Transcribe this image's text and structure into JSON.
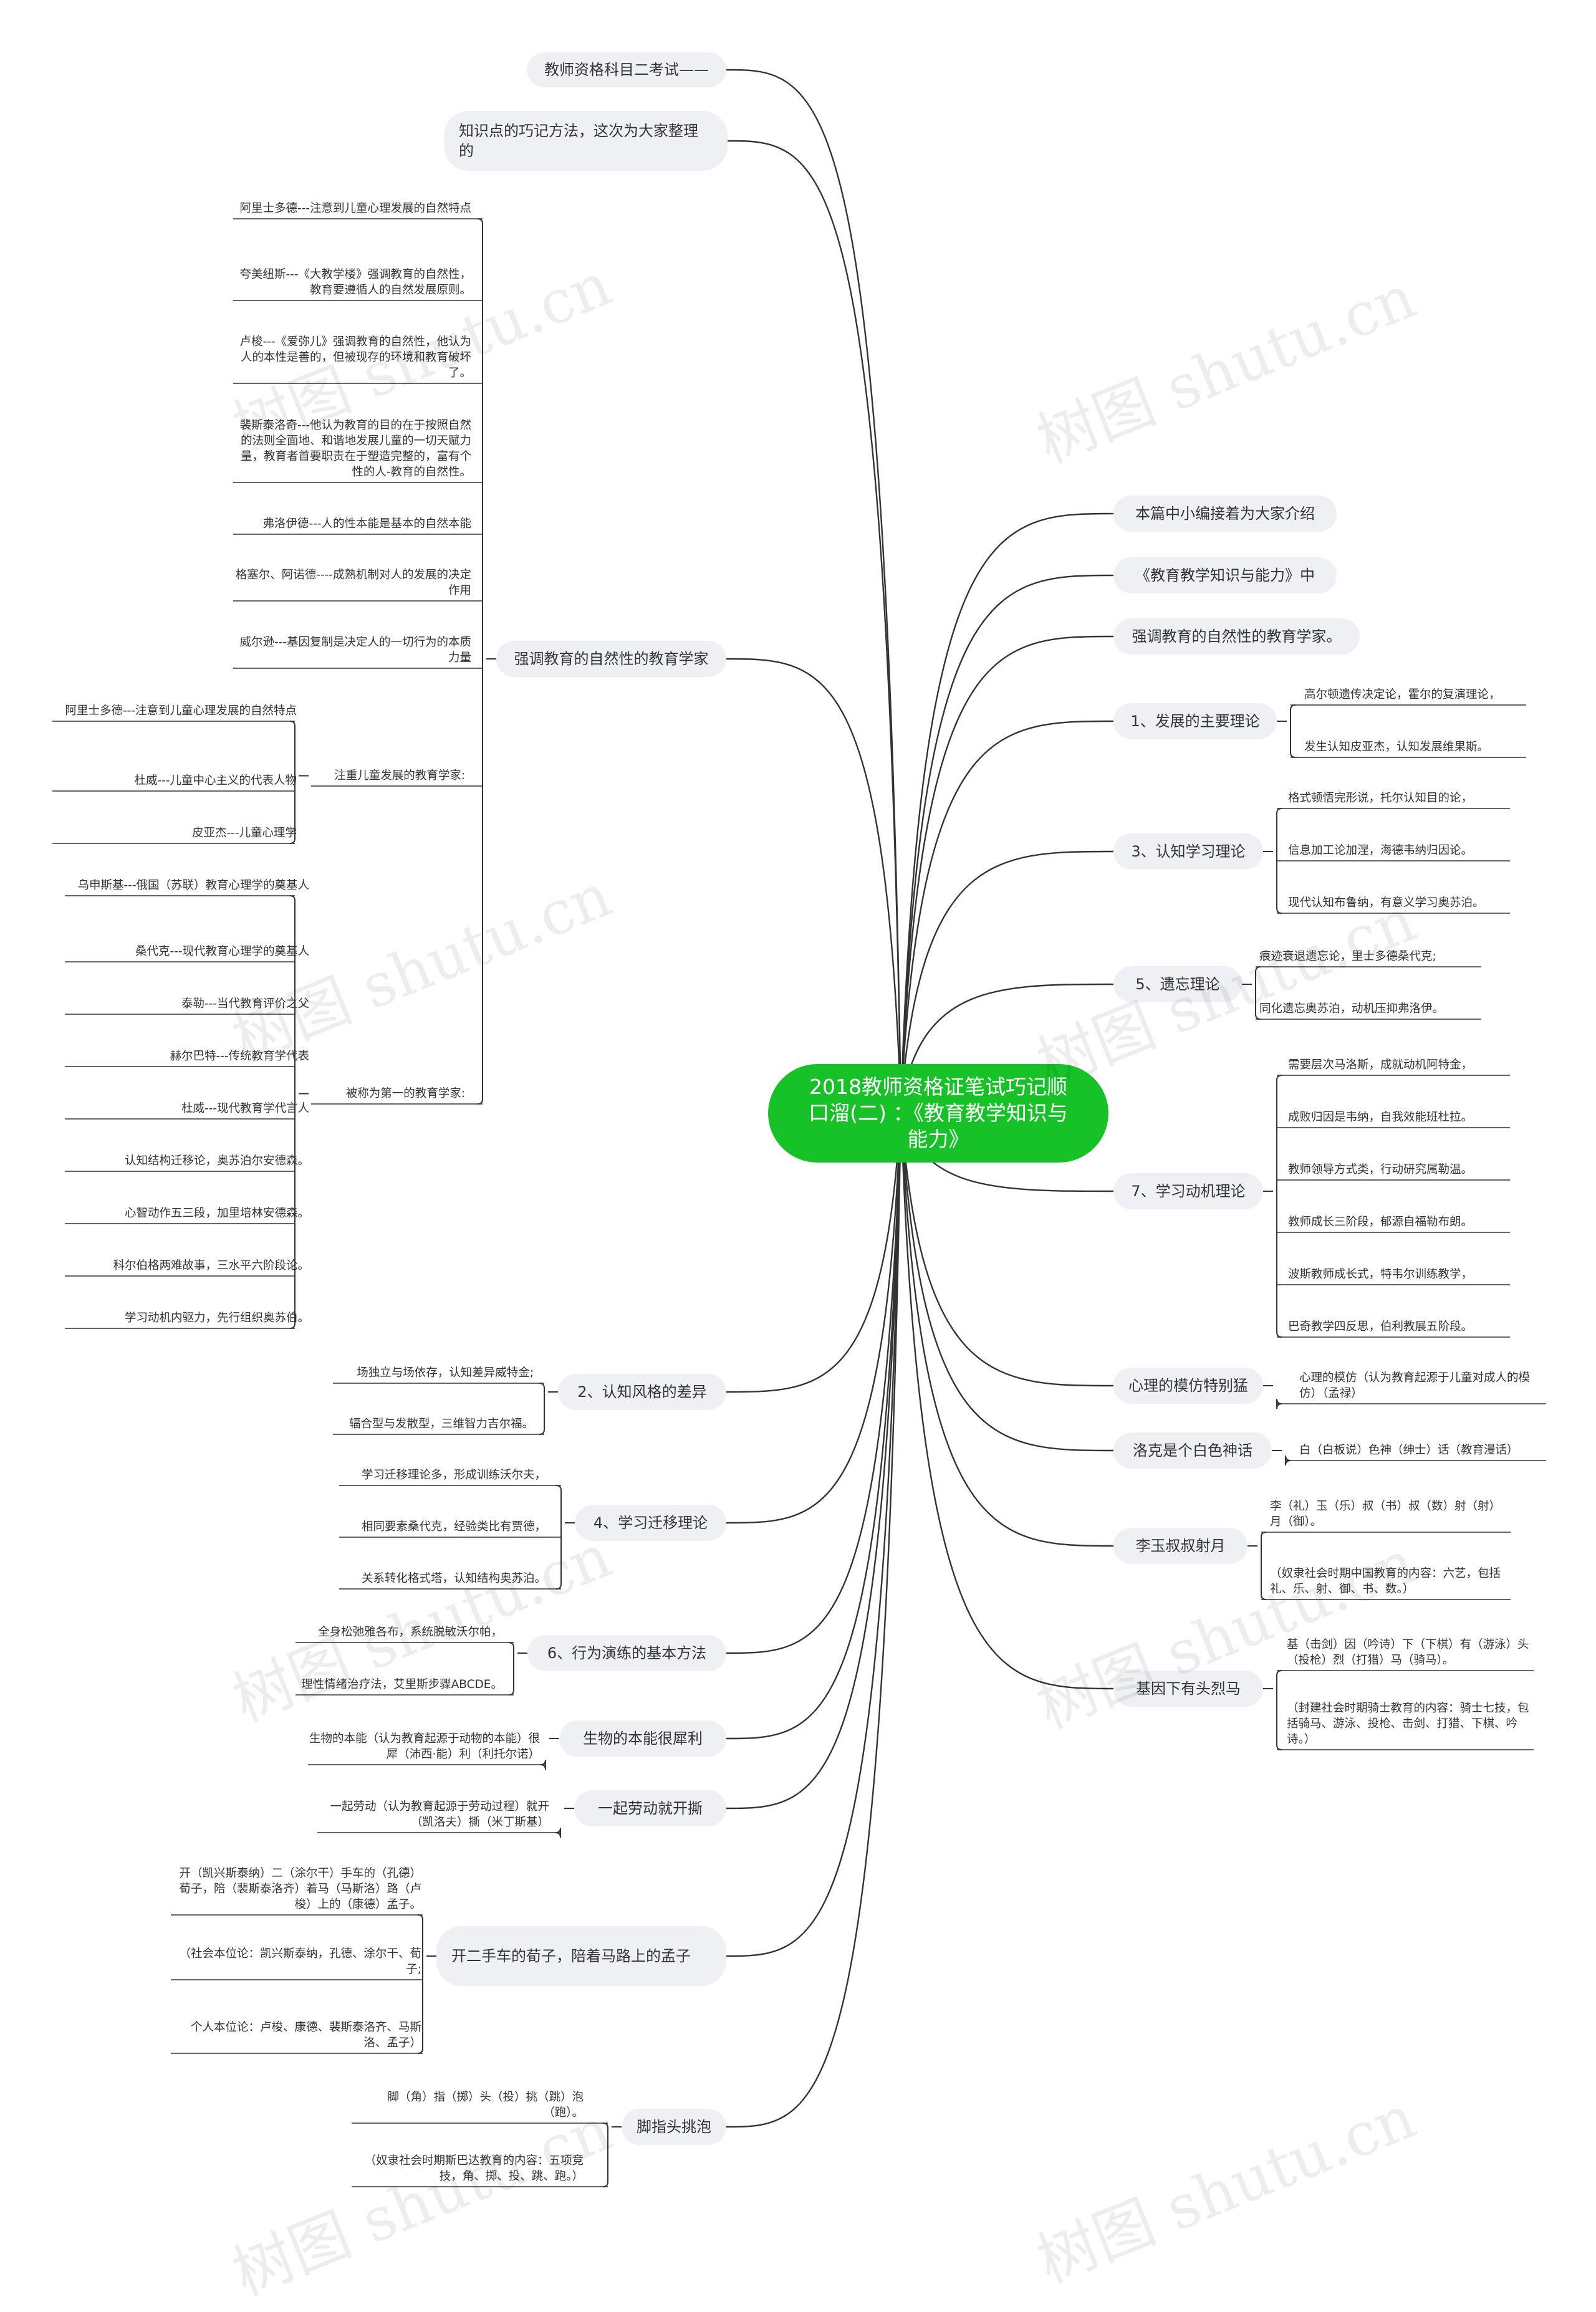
{
  "root": {
    "text": "2018教师资格证笔试巧记顺口溜(二) ：《教育教学知识与能力》"
  },
  "left": [
    {
      "text": "教师资格科目二考试——",
      "children": []
    },
    {
      "text": "知识点的巧记方法，这次为大家整理的",
      "children": []
    },
    {
      "text": "强调教育的自然性的教育学家",
      "children": [
        {
          "text": "阿里士多德---注意到儿童心理发展的自然特点",
          "children": []
        },
        {
          "text": "夸美纽斯---《大教学楼》强调教育的自然性，教育要遵循人的自然发展原则。",
          "children": []
        },
        {
          "text": "卢梭---《爱弥儿》强调教育的自然性，他认为人的本性是善的，但被现存的环境和教育破坏了。",
          "children": []
        },
        {
          "text": "裴斯泰洛奇---他认为教育的目的在于按照自然的法则全面地、和谐地发展儿童的一切天赋力量，教育者首要职责在于塑造完整的，富有个性的人-教育的自然性。",
          "children": []
        },
        {
          "text": "弗洛伊德---人的性本能是基本的自然本能",
          "children": []
        },
        {
          "text": "格塞尔、阿诺德----成熟机制对人的发展的决定作用",
          "children": []
        },
        {
          "text": "威尔逊---基因复制是决定人的一切行为的本质力量",
          "children": []
        },
        {
          "text": "注重儿童发展的教育学家:",
          "children": [
            {
              "text": "阿里士多德---注意到儿童心理发展的自然特点",
              "children": []
            },
            {
              "text": "杜威---儿童中心主义的代表人物",
              "children": []
            },
            {
              "text": "皮亚杰---儿童心理学",
              "children": []
            }
          ]
        },
        {
          "text": "被称为第一的教育学家:",
          "children": [
            {
              "text": "乌申斯基---俄国（苏联）教育心理学的奠基人",
              "children": []
            },
            {
              "text": "桑代克---现代教育心理学的奠基人",
              "children": []
            },
            {
              "text": "泰勒---当代教育评价之父",
              "children": []
            },
            {
              "text": "赫尔巴特---传统教育学代表",
              "children": []
            },
            {
              "text": "杜威---现代教育学代言人",
              "children": []
            },
            {
              "text": "认知结构迁移论，奥苏泊尔安德森。",
              "children": []
            },
            {
              "text": "心智动作五三段，加里培林安德森。",
              "children": []
            },
            {
              "text": "科尔伯格两难故事，三水平六阶段论。",
              "children": []
            },
            {
              "text": "学习动机内驱力，先行组织奥苏伯。",
              "children": []
            }
          ]
        }
      ]
    },
    {
      "text": "2、认知风格的差异",
      "children": [
        {
          "text": "场独立与场依存，认知差异威特金;",
          "children": []
        },
        {
          "text": "辐合型与发散型，三维智力吉尔福。",
          "children": []
        }
      ]
    },
    {
      "text": "4、学习迁移理论",
      "children": [
        {
          "text": "学习迁移理论多，形成训练沃尔夫，",
          "children": []
        },
        {
          "text": "相同要素桑代克，经验类比有贾德，",
          "children": []
        },
        {
          "text": "关系转化格式塔，认知结构奥苏泊。",
          "children": []
        }
      ]
    },
    {
      "text": "6、行为演练的基本方法",
      "children": [
        {
          "text": "全身松弛雅各布，系统脱敏沃尔帕，",
          "children": []
        },
        {
          "text": "理性情绪治疗法，艾里斯步骤ABCDE。",
          "children": []
        }
      ]
    },
    {
      "text": "生物的本能很犀利",
      "children": [
        {
          "text": "生物的本能（认为教育起源于动物的本能）很犀（沛西·能）利（利托尔诺）",
          "children": []
        }
      ]
    },
    {
      "text": "一起劳动就开撕",
      "children": [
        {
          "text": "一起劳动（认为教育起源于劳动过程）就开（凯洛夫）撕（米丁斯基）",
          "children": []
        }
      ]
    },
    {
      "text": "开二手车的荀子，陪着马路上的孟子",
      "children": [
        {
          "text": "开（凯兴斯泰纳）二（涂尔干）手车的（孔德）荀子，陪（裴斯泰洛齐）着马（马斯洛）路（卢梭）上的（康德）孟子。",
          "children": []
        },
        {
          "text": "（社会本位论：凯兴斯泰纳，孔德、涂尔干、荀子;",
          "children": []
        },
        {
          "text": "个人本位论：卢梭、康德、裴斯泰洛齐、马斯洛、孟子）",
          "children": []
        }
      ]
    },
    {
      "text": "脚指头挑泡",
      "children": [
        {
          "text": "脚（角）指（掷）头（投）挑（跳）泡（跑）。",
          "children": []
        },
        {
          "text": "（奴隶社会时期斯巴达教育的内容：五项竞技，角、掷、投、跳、跑。）",
          "children": []
        }
      ]
    }
  ],
  "right": [
    {
      "text": "本篇中小编接着为大家介绍",
      "children": []
    },
    {
      "text": "《教育教学知识与能力》中",
      "children": []
    },
    {
      "text": "强调教育的自然性的教育学家。",
      "children": []
    },
    {
      "text": "1、发展的主要理论",
      "children": [
        {
          "text": "高尔顿遗传决定论，霍尔的复演理论，",
          "children": []
        },
        {
          "text": "发生认知皮亚杰，认知发展维果斯。",
          "children": []
        }
      ]
    },
    {
      "text": "3、认知学习理论",
      "children": [
        {
          "text": "格式顿悟完形说，托尔认知目的论，",
          "children": []
        },
        {
          "text": "信息加工论加涅，海德韦纳归因论。",
          "children": []
        },
        {
          "text": "现代认知布鲁纳，有意义学习奥苏泊。",
          "children": []
        }
      ]
    },
    {
      "text": "5、遗忘理论",
      "children": [
        {
          "text": "痕迹衰退遗忘论，里士多德桑代克;",
          "children": []
        },
        {
          "text": "同化遗忘奥苏泊，动机压抑弗洛伊。",
          "children": []
        }
      ]
    },
    {
      "text": "7、学习动机理论",
      "children": [
        {
          "text": "需要层次马洛斯，成就动机阿特金，",
          "children": []
        },
        {
          "text": "成败归因是韦纳，自我效能班杜拉。",
          "children": []
        },
        {
          "text": "教师领导方式类，行动研究属勒温。",
          "children": []
        },
        {
          "text": "教师成长三阶段，郁源自福勒布朗。",
          "children": []
        },
        {
          "text": "波斯教师成长式，特韦尔训练教学，",
          "children": []
        },
        {
          "text": "巴奇教学四反思，伯利教展五阶段。",
          "children": []
        }
      ]
    },
    {
      "text": "心理的模仿特别猛",
      "children": [
        {
          "text": "心理的模仿（认为教育起源于儿童对成人的模仿）（孟禄）",
          "children": []
        }
      ]
    },
    {
      "text": "洛克是个白色神话",
      "children": [
        {
          "text": "白（白板说）色神（绅士）话（教育漫话）",
          "children": []
        }
      ]
    },
    {
      "text": "李玉叔叔射月",
      "children": [
        {
          "text": "李（礼）玉（乐）叔（书）叔（数）射（射）月（御）。",
          "children": []
        },
        {
          "text": "（奴隶社会时期中国教育的内容：六艺，包括礼、乐、射、御、书、数。）",
          "children": []
        }
      ]
    },
    {
      "text": "基因下有头烈马",
      "children": [
        {
          "text": "基（击剑）因（吟诗）下（下棋）有（游泳）头（投枪）烈（打猎）马（骑马）。",
          "children": []
        },
        {
          "text": "（封建社会时期骑士教育的内容：骑士七技，包括骑马、游泳、投枪、击剑、打猎、下棋、吟诗。）",
          "children": []
        }
      ]
    }
  ],
  "watermark": "树图 shutu.cn",
  "colors": {
    "root_fill": "#17c229",
    "pill_fill": "#eef0f3",
    "line": "#333333",
    "text": "#333333"
  }
}
